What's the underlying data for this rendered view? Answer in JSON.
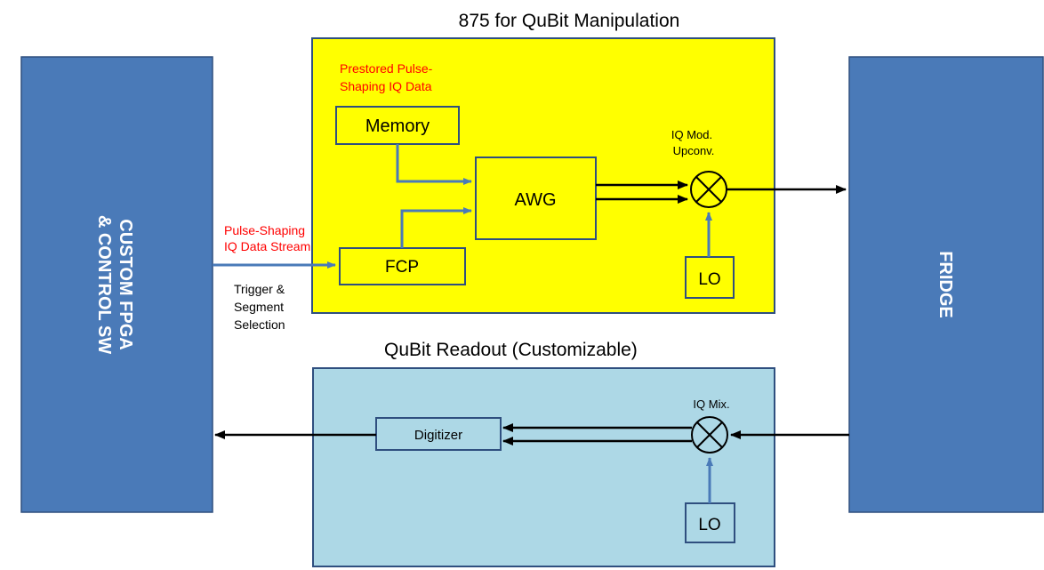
{
  "titles": {
    "top": "875  for QuBit Manipulation",
    "bottom": "QuBit Readout (Customizable)"
  },
  "left_block": {
    "line1": "CUSTOM FPGA",
    "line2": "& CONTROL SW"
  },
  "right_block": {
    "label": "FRIDGE"
  },
  "manipulation": {
    "prestored_line1": "Prestored Pulse-",
    "prestored_line2": "Shaping IQ Data",
    "memory": "Memory",
    "awg": "AWG",
    "fcp": "FCP",
    "iq_mod_line1": "IQ Mod.",
    "iq_mod_line2": "Upconv.",
    "lo": "LO"
  },
  "stream": {
    "line1": "Pulse-Shaping",
    "line2": "IQ Data Stream"
  },
  "trigger": {
    "line1": "Trigger &",
    "line2": "Segment",
    "line3": "Selection"
  },
  "readout": {
    "digitizer": "Digitizer",
    "iq_mix": "IQ Mix.",
    "lo": "LO"
  },
  "colors": {
    "block_blue": "#4a7ab8",
    "yellow": "#ffff00",
    "light_blue": "#add8e6",
    "red_text": "#ff0000",
    "connector_blue": "#4a7ab8",
    "stroke": "#2f4f7f"
  }
}
